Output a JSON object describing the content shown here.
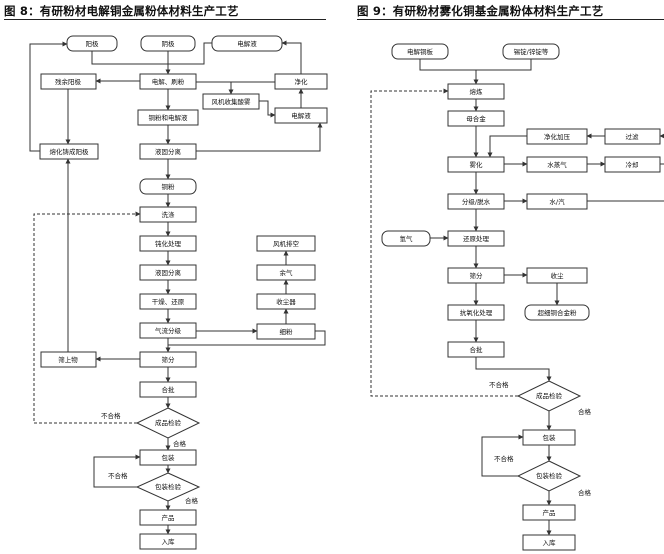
{
  "figures": [
    {
      "title": "图 8：有研粉材电解铜金属粉体材料生产工艺",
      "nodes": {
        "anode": "阳极",
        "cathode": "阴极",
        "electrolyte_top": "电解液",
        "residual_anode": "残余阳极",
        "electrolysis_scraping": "电解、刷粉",
        "purify": "净化",
        "fan_acid_mist": "风机收集酸雾",
        "electrolyte_right": "电解液",
        "copper_powder_electrolyte": "铜粉和电解液",
        "melt_cast_anode": "熔化铸成阳极",
        "solid_liquid_sep_1": "液固分离",
        "copper_powder": "铜粉",
        "washing": "洗涤",
        "passivation": "钝化处理",
        "solid_liquid_sep_2": "液固分离",
        "dry_reduce": "干燥、还原",
        "fan_exhaust": "风机排空",
        "residual_gas": "余气",
        "dust_collector": "收尘器",
        "air_classify": "气流分级",
        "fine_powder": "细粉",
        "oversize": "筛上物",
        "sieving": "筛分",
        "blending": "合批",
        "product_inspection": "成品检验",
        "packaging": "包装",
        "packaging_inspection": "包装检验",
        "product": "产品",
        "warehousing": "入库"
      },
      "edge_labels": {
        "fail_1": "不合格",
        "pass_1": "合格",
        "fail_2": "不合格",
        "pass_2": "合格"
      }
    },
    {
      "title": "图 9：有研粉材雾化铜基金属粉体材料生产工艺",
      "nodes": {
        "electrolytic_copper_plate": "电解铜板",
        "tin_zinc_ingots": "锡锭/锌锭等",
        "smelting": "熔炼",
        "master_alloy": "母合金",
        "purify_pressurize": "净化加压",
        "filter": "过滤",
        "atomization": "雾化",
        "steam": "水蒸气",
        "cooling": "冷却",
        "classify_dewater": "分级/脱水",
        "water_steam": "水/汽",
        "hydrogen": "氢气",
        "reduction": "还原处理",
        "sieving": "筛分",
        "dust_collection": "收尘",
        "anti_oxidation": "抗氧化处理",
        "ultrafine_copper_alloy_powder": "超细铜合金粉",
        "blending": "合批",
        "product_inspection": "成品检验",
        "packaging": "包装",
        "packaging_inspection": "包装检验",
        "product": "产品",
        "warehousing": "入库"
      },
      "edge_labels": {
        "fail_1": "不合格",
        "pass_1": "合格",
        "fail_2": "不合格",
        "pass_2": "合格"
      }
    }
  ]
}
